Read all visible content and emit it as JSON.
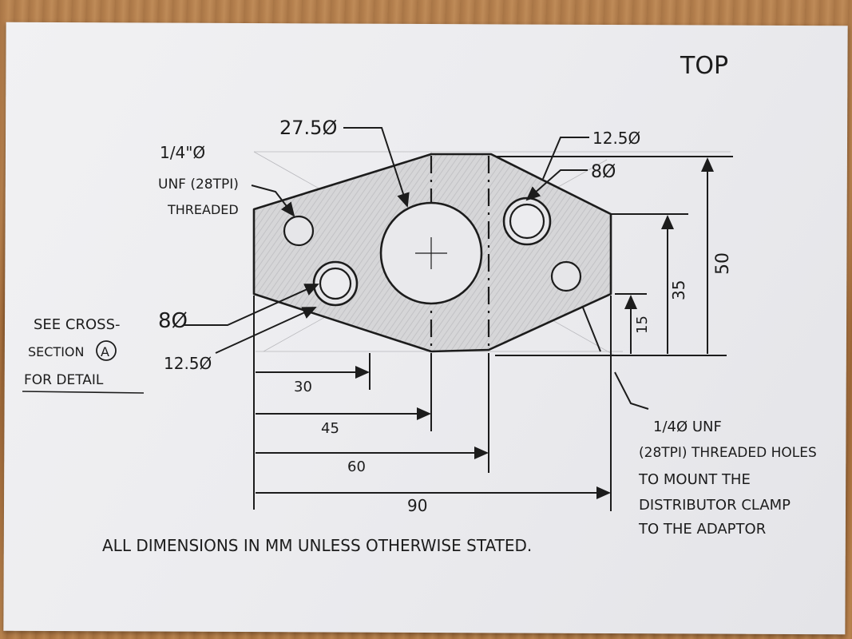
{
  "view_label": "TOP",
  "hole_labels": {
    "center_bore": "27.5Ø",
    "top_right_bore": "12.5Ø",
    "top_right_hole": "8Ø",
    "threaded_line1": "1/4\"Ø",
    "threaded_line2": "UNF (28TPI)",
    "threaded_line3": "THREADED",
    "left_hole": "8Ø",
    "left_bore": "12.5Ø"
  },
  "dimensions": {
    "d30": "30",
    "d45": "45",
    "d60": "60",
    "d90": "90",
    "d15": "15",
    "d35": "35",
    "d50": "50"
  },
  "cross_section_note": {
    "line1": "SEE CROSS-",
    "line2": "SECTION",
    "marker": "A",
    "line3": "FOR DETAIL"
  },
  "threaded_holes_note": {
    "line1": "1/4Ø UNF",
    "line2": "(28TPI) THREADED HOLES",
    "line3": "TO MOUNT THE",
    "line4": "DISTRIBUTOR CLAMP",
    "line5": "TO THE ADAPTOR"
  },
  "footer_note": "ALL DIMENSIONS IN MM UNLESS OTHERWISE STATED."
}
